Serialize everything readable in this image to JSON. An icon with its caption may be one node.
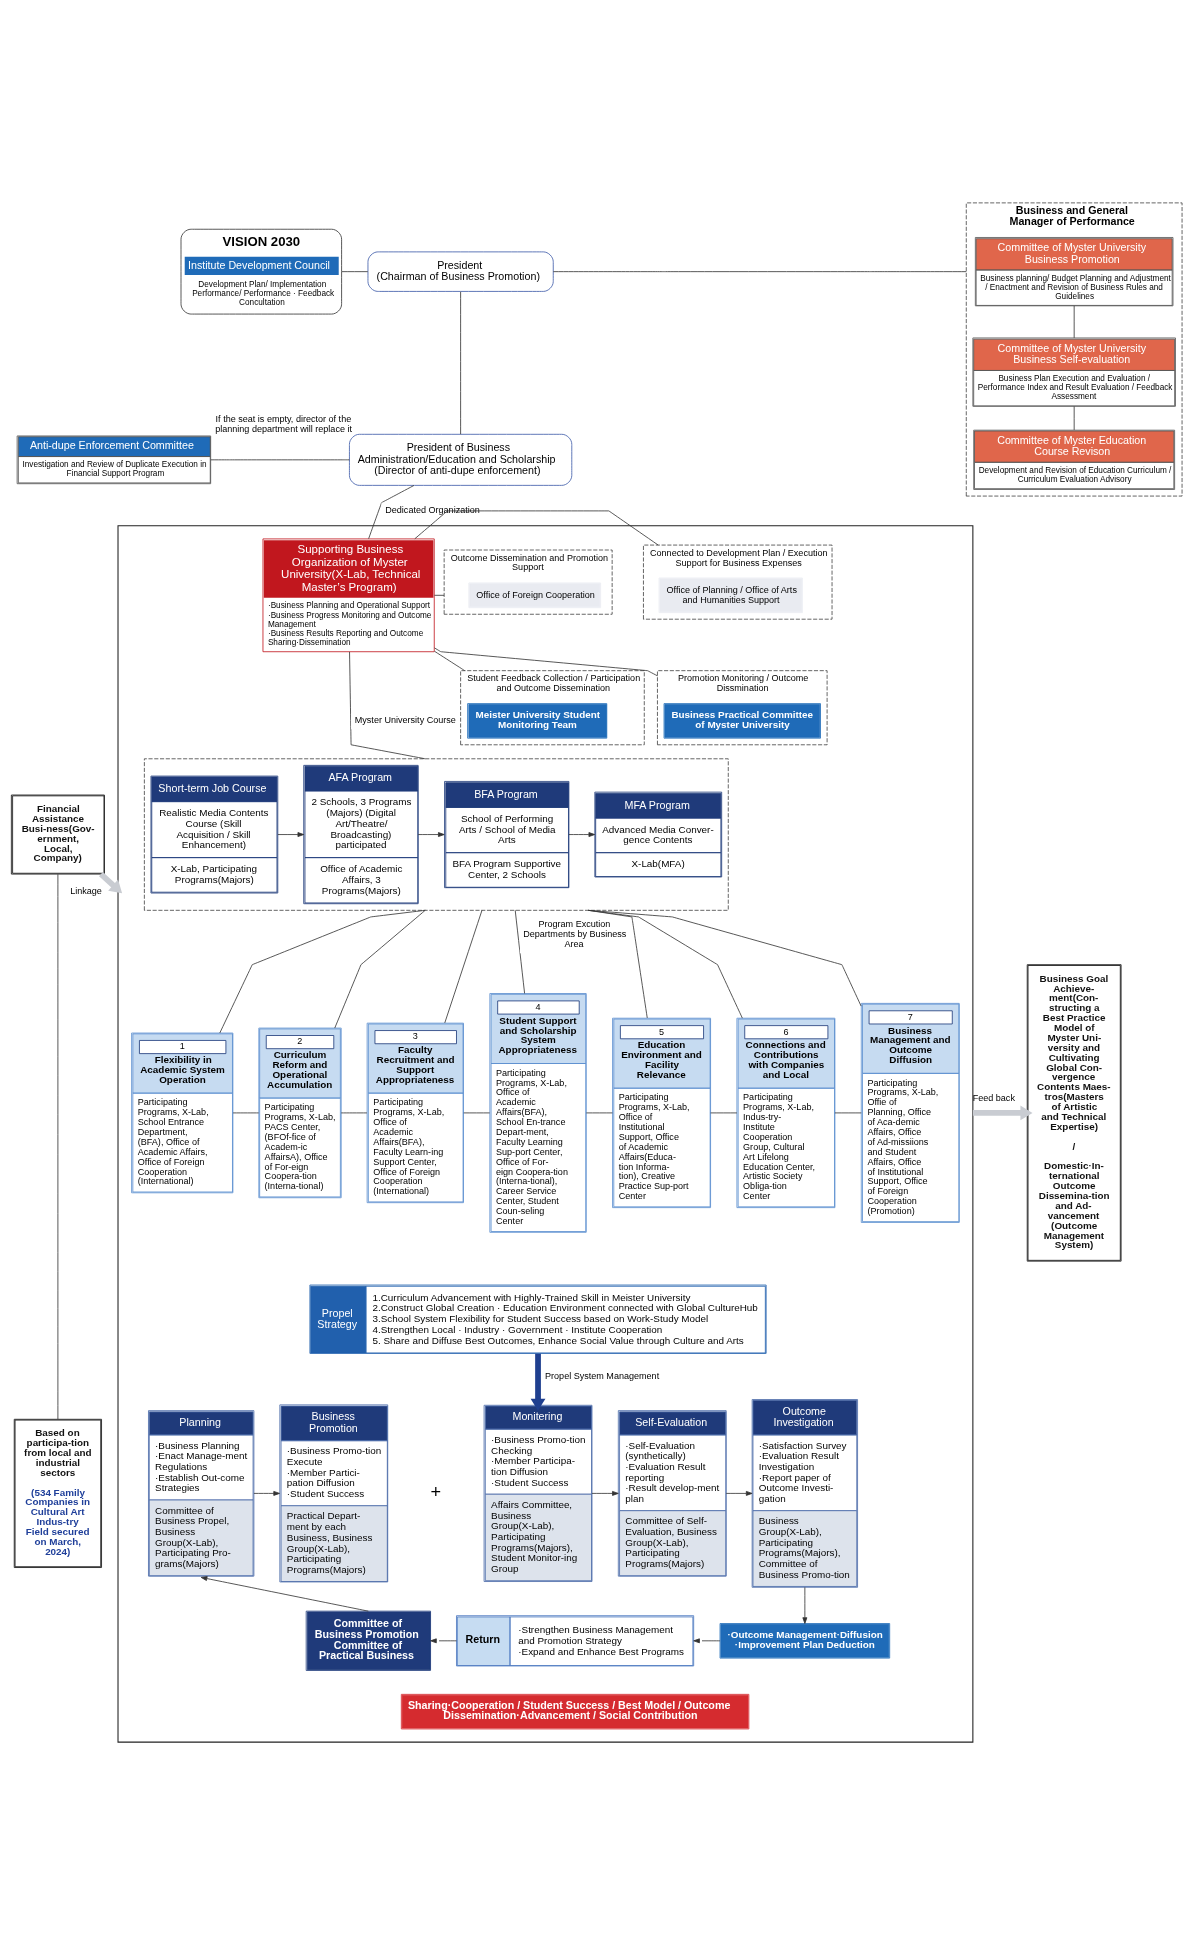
{
  "diagram": {
    "nodes": [
      {
        "text": [
          "VISION 2030",
          "Institute Development Council",
          "Development Plan/ Implementation Performance/ Performance · Feedback Concultation"
        ]
      },
      {
        "text": [
          "President",
          "(Chairman of Business Promotion)"
        ]
      },
      {
        "text": [
          "Business and General Manager of Performance"
        ]
      },
      {
        "text": [
          "Committee of Myster University Business Promotion",
          "Business planning/ Budget Planning and Adjustment / Enactment and Revision of Business Rules and Guidelines"
        ],
        "in": 2
      },
      {
        "text": [
          "Committee of Myster University Business Self-evaluation",
          "Business Plan Execution and Evaluation / Performance Index and Result Evaluation / Feedback Assessment"
        ],
        "in": 2
      },
      {
        "text": [
          "Committee of Myster Education Course Revison",
          "Development and Revision of Education Curriculum / Curriculum Evaluation Advisory"
        ],
        "in": 2
      },
      {
        "text": [
          "President of Business Administration/Education and Scholarship",
          "(Director of anti-dupe enforcement)"
        ],
        "beside": [
          "If the seat is empty, director of the planning department will replace it"
        ]
      },
      {
        "text": [
          "Anti-dupe Enforcement Committee",
          "Investigation and Review of Duplicate Execution in Financial Support Program"
        ]
      },
      {
        "text": [
          "Financial Assistance Busi-ness(Gov-ernment, Local, Company)"
        ]
      },
      {
        "text": [
          "Based on participa-tion from local and industrial sectors",
          "(534 Family Companies in Cultural Art Indus-try Field secured on March, 2024)"
        ]
      },
      {
        "text": [
          "Business Goal Achieve-ment(Con-structing a Best Practice Model of Myster Uni-versity and Cultivating Global Con-vergence Contents Maes-tros(Masters of Artistic and Technical Expertise)",
          "/",
          "Domestic·In-ternational Outcome Dissemina-tion and Ad-vancement (Outcome Management System)"
        ]
      },
      {
        "text": [],
        "shape": "box"
      },
      {
        "text": [
          "Connected to Development Plan / Execution Support for Business Expenses"
        ],
        "in": 11
      },
      {
        "text": [
          "Office of Planning / Office of Arts and Humanities Support"
        ],
        "in": 12
      },
      {
        "text": [
          "Supporting Business Organization of Myster University(X-Lab, Technical Master’s Program)",
          "·Business Planning and Operational Support",
          "·Business Progress Monitoring and Outcome Management",
          "·Business Results Reporting and Outcome Sharing·Dissemination"
        ],
        "in": 11
      },
      {
        "text": [
          "Outcome Dissemination and Promotion Support"
        ],
        "in": 11
      },
      {
        "text": [
          "Office of Foreign Cooperation"
        ],
        "in": 15
      },
      {
        "text": [
          "Promotion Monitoring / Outcome Dissmination"
        ],
        "in": 11
      },
      {
        "text": [
          "Business Practical Committee of Myster University"
        ],
        "in": 17
      },
      {
        "text": [
          "Student Feedback Collection / Participation and Outcome Dissemination"
        ],
        "in": 11
      },
      {
        "text": [
          "Meister University Student Monitoring Team"
        ],
        "in": 19
      },
      {
        "text": [],
        "shape": "box",
        "in": 11
      },
      {
        "text": [
          "Short-term Job Course",
          "Realistic Media Contents Course (Skill Acquisition / Skill Enhancement)",
          "X-Lab, Participating Programs(Majors)"
        ],
        "in": 21
      },
      {
        "text": [
          "AFA Program",
          "2 Schools, 3 Programs (Majors) (Digital Art/Theatre/ Broadcasting) participated",
          "Office of Academic Affairs, 3 Programs(Majors)"
        ],
        "in": 21
      },
      {
        "text": [
          "BFA Program",
          "School of Performing Arts / School of Media Arts",
          "BFA Program Supportive Center, 2 Schools"
        ],
        "in": 21
      },
      {
        "text": [
          "MFA Program",
          "Advanced Media Conver-gence Contents",
          "X-Lab(MFA)"
        ],
        "in": 21
      },
      {
        "text": [
          "1",
          "Flexibility in Academic System Operation",
          "Participating Programs, X-Lab, School Entrance Department, (BFA), Office of Academic Affairs, Office of Foreign Cooperation (International)"
        ],
        "in": 11
      },
      {
        "text": [
          "2",
          "Curriculum Reform and Operational Accumulation",
          "Participating Programs, X-Lab, PACS Center, (BFOf-fice of Academ-ic AffairsA), Office of For-eign Coopera-tion (Interna-tional)"
        ],
        "in": 11
      },
      {
        "text": [
          "3",
          "Faculty Recruitment and Support Appropriateness",
          "Participating Programs, X-Lab, Office of Academic Affairs(BFA), Faculty Learn-ing Support Center, Office of Foreign Cooperation (International)"
        ],
        "in": 11
      },
      {
        "text": [
          "4",
          "Student Support and Scholarship System Appropriateness",
          "Participating Programs, X-Lab, Office of Academic Affairs(BFA), School En-trance Depart-ment, Faculty Learning Sup-port Center, Office of For-eign Coopera-tion (Interna-tional), Career Service Center, Student Coun-seling Center"
        ],
        "in": 11
      },
      {
        "text": [
          "5",
          "Education Environment and Facility Relevance",
          "Participating Programs, X-Lab, Office of Institutional Support, Office of Academic Affairs(Educa-tion Informa-tion), Creative Practice Sup-port Center"
        ],
        "in": 11
      },
      {
        "text": [
          "6",
          "Connections and Contributions with Companies and Local",
          "Participating Programs, X-Lab, Indus-try-Institute Cooperation Group, Cultural Art Lifelong Education Center, Artistic Society Obliga-tion Center"
        ],
        "in": 11
      },
      {
        "text": [
          "7",
          "Business Management and Outcome Diffusion",
          "Participating Programs, X-Lab, Offie of Planning, Office of Aca-demic Affairs, Office of Ad-missiions and Student Affairs, Office of Institutional Support, Office of Foreign Cooperation (Promotion)"
        ],
        "in": 11
      },
      {
        "text": [
          "Propel Strategy",
          "1.Curriculum Advancement with Highly-Trained Skill in Meister University",
          "2.Construct Global Creation · Education Environment connected with Global CultureHub",
          "3.School System Flexibility for Student Success based on Work-Study Model",
          "4.Strengthen Local · Industry · Government · Institute Cooperation",
          "5. Share and Diffuse Best Outcomes, Enhance Social Value through Culture and Arts"
        ],
        "in": 11
      },
      {
        "text": [
          "Planning",
          "·Business Planning",
          "·Enact Manage-ment Regulations",
          "·Establish Out-come Strategies",
          "Committee of Business Propel, Business Group(X-Lab), Participating Pro-grams(Majors)"
        ],
        "in": 11
      },
      {
        "text": [
          "Business Promotion",
          "·Business Promo-tion Execute",
          "·Member Partici-pation Diffusion",
          "·Student Success",
          "Practical Depart-ment by each Business, Business Group(X-Lab), Participating Programs(Majors)"
        ],
        "in": 11
      },
      {
        "text": [
          "Monitering",
          "·Business Promo-tion Checking",
          "·Member Participa-tion Diffusion",
          "·Student Success",
          "Affairs Committee, Business Group(X-Lab), Participating Programs(Majors), Student Monitor-ing Group"
        ],
        "in": 11
      },
      {
        "text": [
          "Self-Evaluation",
          "·Self-Evaluation (synthetically)",
          "·Evaluation Result reporting",
          "·Result develop-ment plan",
          "Committee of Self-Evaluation, Business Group(X-Lab), Participating Programs(Majors)"
        ],
        "in": 11
      },
      {
        "text": [
          "Outcome Investigation",
          "·Satisfaction Survey",
          "·Evaluation Result Investigation",
          "·Report paper of Outcome Investi-gation",
          "Business Group(X-Lab), Participating Programs(Majors), Committee of Business Promo-tion"
        ],
        "in": 11
      },
      {
        "text": [
          "Committee of Business Promotion",
          "Committee of Practical Business"
        ],
        "in": 11
      },
      {
        "text": [
          "Return",
          "·Strengthen Business Management and Promotion Strategy",
          "·Expand and Enhance Best Programs"
        ],
        "in": 11
      },
      {
        "text": [
          "·Outcome Management·Diffusion",
          "·Improvement Plan Deduction"
        ],
        "in": 11
      },
      {
        "text": [
          "Sharing·Cooperation / Student Success / Best Model / Outcome Dissemination·Advancement / Social Contribution"
        ],
        "in": 11
      }
    ],
    "edges": [
      {
        "from": 0,
        "to": 1,
        "arrow": "none"
      },
      {
        "from": 1,
        "to": 2,
        "arrow": "none"
      },
      {
        "from": 3,
        "to": 4,
        "arrow": "none"
      },
      {
        "from": 4,
        "to": 5,
        "arrow": "none"
      },
      {
        "from": 1,
        "to": 6,
        "arrow": "none"
      },
      {
        "from": 7,
        "to": 6,
        "arrow": "none"
      },
      {
        "from": 6,
        "to": 14,
        "arrow": "none",
        "label": "Dedicated Organization"
      },
      {
        "from": 14,
        "to": 12,
        "arrow": "none"
      },
      {
        "from": 14,
        "to": 17,
        "arrow": "none"
      },
      {
        "from": 14,
        "to": 15,
        "arrow": "none"
      },
      {
        "from": 14,
        "to": 19,
        "arrow": "none"
      },
      {
        "from": 14,
        "to": 21,
        "arrow": "none",
        "label": "Myster University Course"
      },
      {
        "from": 22,
        "to": 23,
        "arrow": "to"
      },
      {
        "from": 23,
        "to": 24,
        "arrow": "to"
      },
      {
        "from": 24,
        "to": 25,
        "arrow": "to"
      },
      {
        "from": 21,
        "to": 26,
        "arrow": "none"
      },
      {
        "from": 21,
        "to": 27,
        "arrow": "none"
      },
      {
        "from": 21,
        "to": 28,
        "arrow": "none"
      },
      {
        "from": 21,
        "to": 29,
        "arrow": "none",
        "label": "Program Excution Departments by Business Area"
      },
      {
        "from": 21,
        "to": 30,
        "arrow": "none"
      },
      {
        "from": 21,
        "to": 31,
        "arrow": "none"
      },
      {
        "from": 21,
        "to": 32,
        "arrow": "none"
      },
      {
        "from": 26,
        "to": 27,
        "arrow": "none"
      },
      {
        "from": 27,
        "to": 28,
        "arrow": "none"
      },
      {
        "from": 28,
        "to": 29,
        "arrow": "none"
      },
      {
        "from": 29,
        "to": 30,
        "arrow": "none"
      },
      {
        "from": 30,
        "to": 31,
        "arrow": "none"
      },
      {
        "from": 31,
        "to": 32,
        "arrow": "none"
      },
      {
        "from": 33,
        "to": 36,
        "arrow": "to",
        "label": "Propel System Management",
        "style": "thick",
        "color": "#1f3f8f"
      },
      {
        "from": 34,
        "to": 35,
        "arrow": "to"
      },
      {
        "from": 36,
        "to": 37,
        "arrow": "to"
      },
      {
        "from": 37,
        "to": 38,
        "arrow": "to"
      },
      {
        "from": 38,
        "to": 41,
        "arrow": "to"
      },
      {
        "from": 41,
        "to": 40,
        "arrow": "to"
      },
      {
        "from": 40,
        "to": 39,
        "arrow": "to"
      },
      {
        "from": 39,
        "to": 34,
        "arrow": "to"
      },
      {
        "from": 8,
        "to": 9,
        "arrow": "none"
      },
      {
        "from": 8,
        "to": 11,
        "arrow": "to",
        "label": "Linkage",
        "style": "thick",
        "color": "#c9ccd2"
      },
      {
        "from": 11,
        "to": 10,
        "arrow": "to",
        "label": "Feed back",
        "style": "thick",
        "color": "#c9ccd2"
      }
    ],
    "labels": [
      "+"
    ]
  }
}
